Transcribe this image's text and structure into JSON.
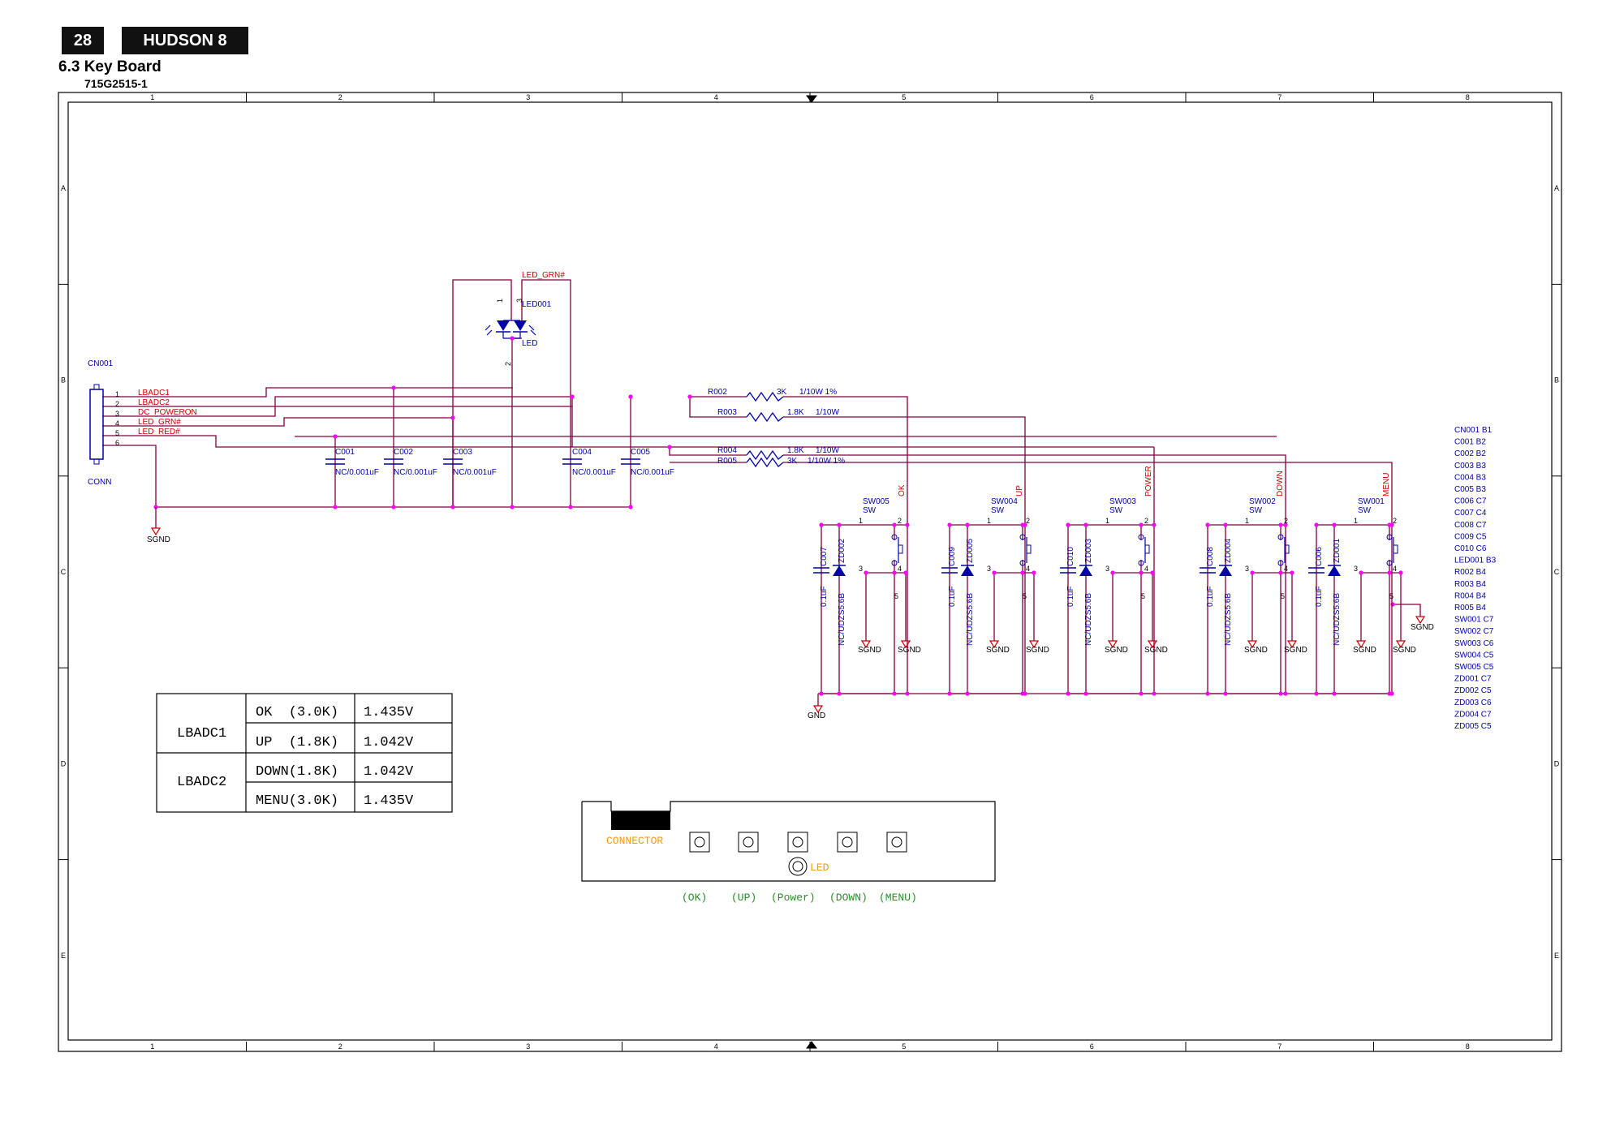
{
  "header": {
    "page_number": "28",
    "model": "HUDSON 8",
    "section_title": "6.3 Key Board",
    "part_number": "715G2515-1"
  },
  "frame": {
    "columns": [
      "1",
      "2",
      "3",
      "4",
      "5",
      "6",
      "7",
      "8"
    ],
    "rows": [
      "A",
      "B",
      "C",
      "D",
      "E"
    ]
  },
  "connector": {
    "ref": "CN001",
    "type": "CONN",
    "pins": [
      "1",
      "2",
      "3",
      "4",
      "5",
      "6"
    ],
    "nets": [
      "LBADC1",
      "LBADC2",
      "DC_POWERON",
      "LED_GRN#",
      "LED_RED#"
    ]
  },
  "caps_top": [
    {
      "ref": "C001",
      "value": "NC/0.001uF"
    },
    {
      "ref": "C002",
      "value": "NC/0.001uF"
    },
    {
      "ref": "C003",
      "value": "NC/0.001uF"
    },
    {
      "ref": "C004",
      "value": "NC/0.001uF"
    },
    {
      "ref": "C005",
      "value": "NC/0.001uF"
    }
  ],
  "led": {
    "ref": "LED001",
    "type": "LED",
    "net": "LED_GRN#",
    "pins": [
      "1",
      "3",
      "2"
    ]
  },
  "resistors": [
    {
      "ref": "R002",
      "value": "3K",
      "spec": "1/10W 1%"
    },
    {
      "ref": "R003",
      "value": "1.8K",
      "spec": "1/10W"
    },
    {
      "ref": "R004",
      "value": "1.8K",
      "spec": "1/10W"
    },
    {
      "ref": "R005",
      "value": "3K",
      "spec": "1/10W 1%"
    }
  ],
  "switch_groups": [
    {
      "sw": "SW005",
      "net": "OK",
      "cap": "C007",
      "zd": "ZD002"
    },
    {
      "sw": "SW004",
      "net": "UP",
      "cap": "C009",
      "zd": "ZD005"
    },
    {
      "sw": "SW003",
      "net": "POWER",
      "cap": "C010",
      "zd": "ZD003"
    },
    {
      "sw": "SW002",
      "net": "DOWN",
      "cap": "C008",
      "zd": "ZD004"
    },
    {
      "sw": "SW001",
      "net": "MENU",
      "cap": "C006",
      "zd": "ZD001"
    }
  ],
  "switch_common": {
    "type": "SW",
    "cap_value": "0.1uF",
    "zd_value": "NC/UDZS5.6B",
    "pins": [
      "1",
      "2",
      "3",
      "4",
      "5"
    ]
  },
  "grounds": {
    "sgnd": "SGND",
    "gnd": "GND"
  },
  "references": [
    "CN001  B1",
    "C001  B2",
    "C002  B2",
    "C003  B3",
    "C004  B3",
    "C005  B3",
    "C006  C7",
    "C007  C4",
    "C008  C7",
    "C009  C5",
    "C010  C6",
    "LED001 B3",
    "R002  B4",
    "R003  B4",
    "R004  B4",
    "R005  B4",
    "SW001  C7",
    "SW002  C7",
    "SW003  C6",
    "SW004  C5",
    "SW005  C5",
    "ZD001  C7",
    "ZD002  C5",
    "ZD003  C6",
    "ZD004  C7",
    "ZD005  C5"
  ],
  "adc_table": {
    "groups": [
      {
        "name": "LBADC1",
        "rows": [
          {
            "key": "OK  (3.0K)",
            "voltage": "1.435V"
          },
          {
            "key": "UP  (1.8K)",
            "voltage": "1.042V"
          }
        ]
      },
      {
        "name": "LBADC2",
        "rows": [
          {
            "key": "DOWN(1.8K)",
            "voltage": "1.042V"
          },
          {
            "key": "MENU(3.0K)",
            "voltage": "1.435V"
          }
        ]
      }
    ]
  },
  "board": {
    "connector_label": "CONNECTOR",
    "led_label": "LED",
    "button_labels": [
      "(OK)",
      "(UP)",
      "(Power)",
      "(DOWN)",
      "(MENU)"
    ]
  },
  "colors": {
    "wire": "#800040",
    "component": "#0000aa",
    "net_label": "#cc0000",
    "junction": "#ff00ff",
    "board_text": "#ff9900",
    "button_text": "#2a8f2a"
  }
}
